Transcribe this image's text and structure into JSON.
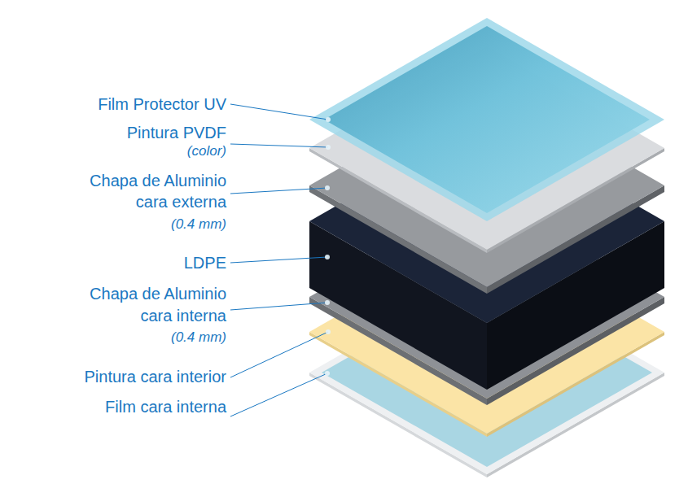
{
  "diagram": {
    "labels": [
      "Film Protector UV",
      "Pintura PVDF",
      "(color)",
      "Chapa de Aluminio cara externa",
      "(0.4 mm)",
      "LDPE",
      "Chapa de Aluminio cara interna",
      "(0.4 mm)",
      "Pintura cara interior",
      "Film cara interna"
    ]
  }
}
